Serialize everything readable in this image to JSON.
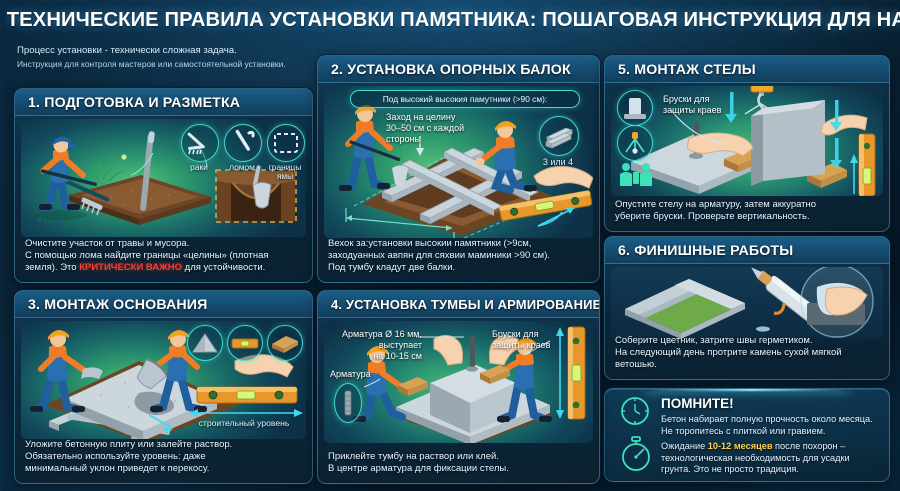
{
  "header": {
    "title": "ТЕХНИЧЕСКИЕ ПРАВИЛА УСТАНОВКИ ПАМЯТНИКА: ПОШАГОВАЯ ИНСТРУКЦИЯ ДЛЯ НАДЕЖНОСТИ",
    "intro_line1": "Процесс установки - технически сложная задача.",
    "intro_line2": "Инструкция для контроля мастеров или самостоятельной установки."
  },
  "colors": {
    "background": "#0a2335",
    "panel_header": "#154b6e",
    "accent_cyan": "#3ddcc9",
    "glow": "#78ebff",
    "alert_red": "#ff3a2f",
    "highlight_yellow": "#ffd34d",
    "art_green": "#2e9a6e"
  },
  "panels": [
    {
      "id": "p1",
      "number": "1.",
      "title": "1. ПОДГОТОВКА И РАЗМЕТКА",
      "icons": [
        {
          "name": "rake-icon",
          "label": "раки"
        },
        {
          "name": "crowbar-icon",
          "label": "ломом"
        },
        {
          "name": "pit-boundary-icon",
          "label": "границы\nямы"
        }
      ],
      "icon_labels": [
        "раки",
        "ломом",
        "границы ямы"
      ],
      "caption_line1": "Очистите участок от травы и мусора.",
      "caption_line2": "С помощью лома найдите границы «целины» (плотная",
      "caption_line3_a": "земля). Это ",
      "caption_line3_b": "КРИТИЧЕСКИ ВАЖНО",
      "caption_line3_c": " для устойчивости."
    },
    {
      "id": "p2",
      "number": "2.",
      "title": "2. УСТАНОВКА ОПОРНЫХ БАЛОК",
      "pill": "Под высокий высокия памутники (>90 см):",
      "annotation": "Заход на целину\n30–50 см с каждой\nстороны",
      "annotation_l1": "Заход на целину",
      "annotation_l2": "30–50 см с каждой",
      "annotation_l3": "стороны",
      "beam_icon_label": "3 или 4",
      "caption_line1": "Вехок за:установки высокии памятники (>9см,",
      "caption_line2": "заходуанных авпян для сяхвии маминики  >90 см).",
      "caption_line3": "Под тумбу кладут две балки."
    },
    {
      "id": "p3",
      "number": "3.",
      "title": "3. МОНТАЖ ОСНОВАНИЯ",
      "icons": [
        {
          "name": "sand-pile-icon",
          "label": ""
        },
        {
          "name": "spirit-level-icon",
          "label": ""
        },
        {
          "name": "wooden-block-icon",
          "label": ""
        }
      ],
      "level_label": "строительный уровень",
      "caption_line1": "Уложите бетонную плиту или залейте раствор.",
      "caption_line2": "Обязательно используйте уровень: даже",
      "caption_line3": "минимальный уклон приведет к перекосу."
    },
    {
      "id": "p4",
      "number": "4.",
      "title": "4. УСТАНОВКА ТУМБЫ И АРМИРОВАНИЕ",
      "annot_left_l1": "Арматура Ø 16 мм,",
      "annot_left_l2": "выступает",
      "annot_left_l3": "на 10-15 см",
      "annot_rebar": "Арматура",
      "annot_right_l1": "Бруски для",
      "annot_right_l2": "защиты краев",
      "caption_line1": "Приклейте тумбу на раствор или клей.",
      "caption_line2": "В центре арматура для фиксации стелы."
    },
    {
      "id": "p5",
      "number": "5.",
      "title": "5. МОНТАЖ СТЕЛЫ",
      "icons": [
        {
          "name": "stele-icon"
        },
        {
          "name": "crane-hook-icon"
        },
        {
          "name": "two-workers-icon"
        }
      ],
      "annot_l1": "Бруски для",
      "annot_l2": "защиты краев",
      "caption_line1": "Опустите стелу на арматуру, затем аккуратно",
      "caption_line2": "уберите бруски. Проверьте вертикальность."
    },
    {
      "id": "p6",
      "number": "6.",
      "title": "6. ФИНИШНЫЕ РАБОТЫ",
      "caption_line1": "Соберите цветник, затрите швы герметиком.",
      "caption_line2": "На следующий день протрите камень сухой мягкой",
      "caption_line3": "ветошью."
    }
  ],
  "remember": {
    "title": "ПОМНИТЕ!",
    "icons": [
      {
        "name": "clock-icon"
      },
      {
        "name": "stopwatch-icon"
      }
    ],
    "p1_line1": "Бетон набирает полную прочность около месяца.",
    "p1_line2": "Не торопитесь с плиткой или гравием.",
    "p2_a": "Ожидание ",
    "p2_b": "10-12 месяцев",
    "p2_c": " после похорон –",
    "p2_line2": "технологическая необходимость для усадки",
    "p2_line3": "грунта. Это не просто традиция."
  }
}
